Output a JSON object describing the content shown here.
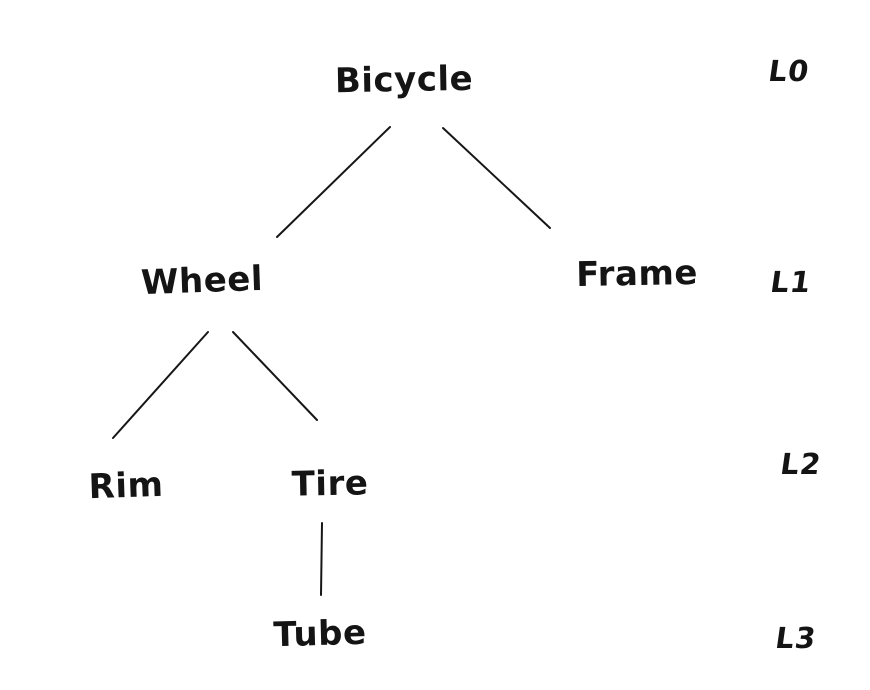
{
  "diagram": {
    "type": "tree",
    "nodes": [
      {
        "id": "bicycle",
        "label": "Bicycle",
        "level": "L0"
      },
      {
        "id": "wheel",
        "label": "Wheel",
        "level": "L1"
      },
      {
        "id": "frame",
        "label": "Frame",
        "level": "L1"
      },
      {
        "id": "rim",
        "label": "Rim",
        "level": "L2"
      },
      {
        "id": "tire",
        "label": "Tire",
        "level": "L2"
      },
      {
        "id": "tube",
        "label": "Tube",
        "level": "L3"
      }
    ],
    "edges": [
      {
        "from": "bicycle",
        "to": "wheel"
      },
      {
        "from": "bicycle",
        "to": "frame"
      },
      {
        "from": "wheel",
        "to": "rim"
      },
      {
        "from": "wheel",
        "to": "tire"
      },
      {
        "from": "tire",
        "to": "tube"
      }
    ],
    "level_labels": [
      "L0",
      "L1",
      "L2",
      "L3"
    ],
    "colors": {
      "ink": "#141414",
      "background": "#ffffff"
    }
  }
}
